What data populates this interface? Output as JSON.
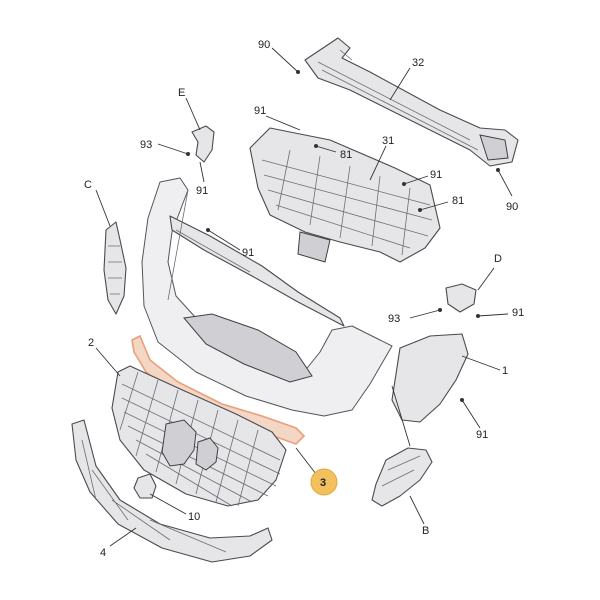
{
  "labels": {
    "l90a": "90",
    "l32": "32",
    "lE": "E",
    "l93a": "93",
    "l91a": "91",
    "l91b": "91",
    "l81a": "81",
    "l31": "31",
    "l91c": "91",
    "l81b": "81",
    "l90b": "90",
    "lC": "C",
    "l91d": "91",
    "lD": "D",
    "l93b": "93",
    "l91e": "91",
    "l2": "2",
    "l1": "1",
    "l91f": "91",
    "l3": "3",
    "l10": "10",
    "lB": "B",
    "l4": "4"
  },
  "colors": {
    "highlight_badge": "#f2c05c",
    "highlight_part": "#e8a07a"
  },
  "icon_names": [
    "lion-emblem-icon"
  ]
}
